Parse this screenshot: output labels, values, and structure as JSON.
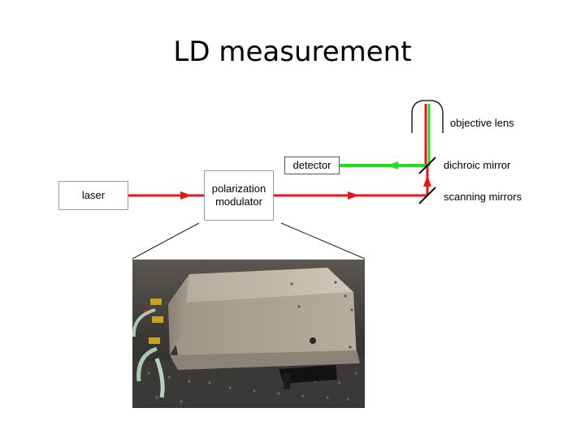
{
  "title": "LD measurement",
  "components": {
    "laser": "laser",
    "modulator_line1": "polarization",
    "modulator_line2": "modulator",
    "detector": "detector",
    "objective_lens": "objective lens",
    "dichroic_mirror": "dichroic mirror",
    "scanning_mirrors": "scanning mirrors"
  },
  "beams": {
    "excitation_color": "#e8141c",
    "emission_color": "#22dd22"
  },
  "photo": {
    "subject": "polarization-modulator-photo"
  }
}
